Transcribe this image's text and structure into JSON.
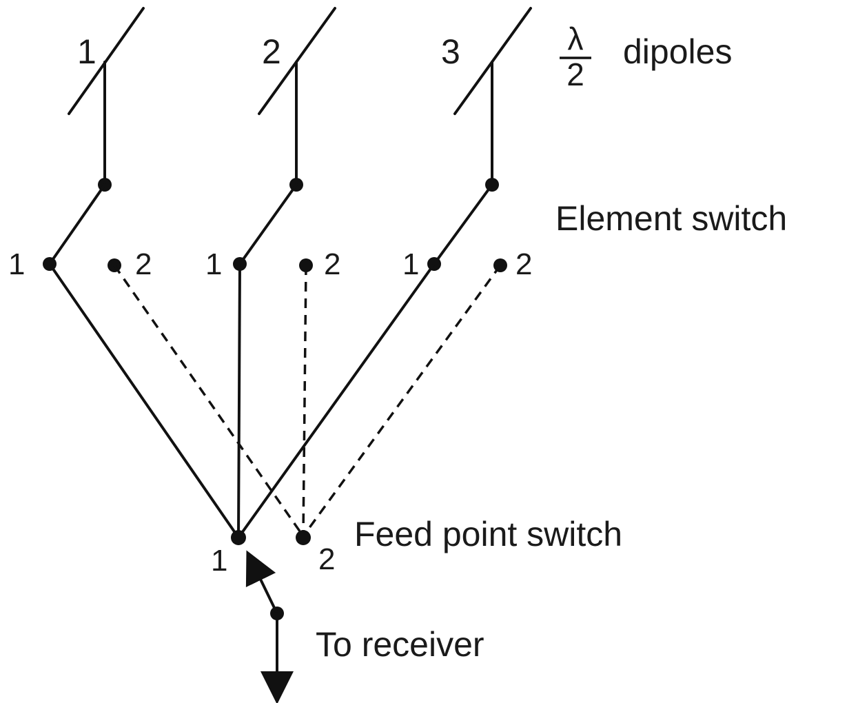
{
  "dipole_labels": [
    "1",
    "2",
    "3"
  ],
  "dipoles_label": {
    "numerator": "λ",
    "denominator": "2",
    "text": "dipoles"
  },
  "element_switch_label": "Element switch",
  "element_switch_terminals": {
    "pos1": "1",
    "pos2": "2"
  },
  "feed_point_switch_label": "Feed point switch",
  "feed_point_terminals": {
    "pos1": "1",
    "pos2": "2"
  },
  "receiver_label": "To receiver"
}
